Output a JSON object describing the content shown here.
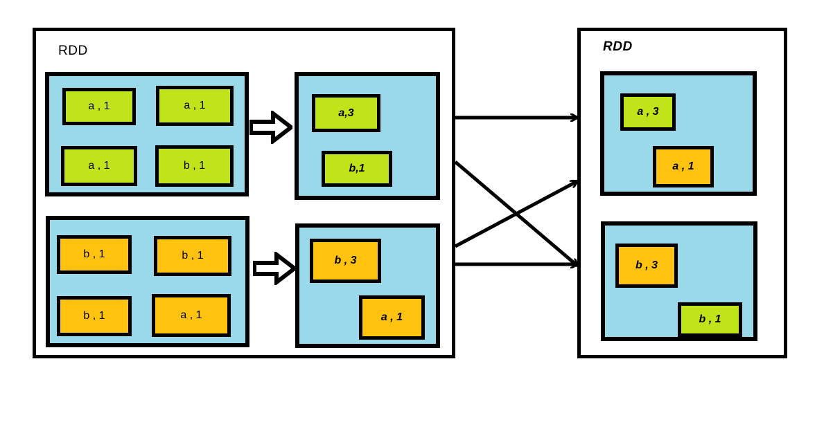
{
  "diagram": {
    "title": "Spark RDD reduceByKey shuffle diagram",
    "colors": {
      "partition_fill": "#99d9ea",
      "green_cell": "#bfe41a",
      "orange_cell": "#ffc20e",
      "stroke": "#000000",
      "background": "#ffffff"
    }
  },
  "source_rdd": {
    "label": "RDD",
    "partitions": [
      {
        "name": "source-partition-1",
        "cells": [
          {
            "text": "a , 1",
            "color": "green"
          },
          {
            "text": "a , 1",
            "color": "green"
          },
          {
            "text": "a , 1",
            "color": "green"
          },
          {
            "text": "b , 1",
            "color": "green"
          }
        ]
      },
      {
        "name": "source-partition-2",
        "cells": [
          {
            "text": "b , 1",
            "color": "orange"
          },
          {
            "text": "b , 1",
            "color": "orange"
          },
          {
            "text": "b , 1",
            "color": "orange"
          },
          {
            "text": "a , 1",
            "color": "orange"
          }
        ]
      }
    ]
  },
  "combined": {
    "partitions": [
      {
        "name": "combined-partition-1",
        "cells": [
          {
            "text": "a,3",
            "color": "green"
          },
          {
            "text": "b,1",
            "color": "green"
          }
        ]
      },
      {
        "name": "combined-partition-2",
        "cells": [
          {
            "text": "b , 3",
            "color": "orange"
          },
          {
            "text": "a , 1",
            "color": "orange"
          }
        ]
      }
    ]
  },
  "target_rdd": {
    "label": "RDD",
    "partitions": [
      {
        "name": "target-partition-1",
        "cells": [
          {
            "text": "a , 3",
            "color": "green"
          },
          {
            "text": "a , 1",
            "color": "orange"
          }
        ]
      },
      {
        "name": "target-partition-2",
        "cells": [
          {
            "text": "b , 3",
            "color": "orange"
          },
          {
            "text": "b , 1",
            "color": "green"
          }
        ]
      }
    ]
  },
  "arrows": {
    "local_combine": [
      {
        "name": "combine-arrow-top"
      },
      {
        "name": "combine-arrow-bottom"
      }
    ],
    "shuffle": [
      {
        "name": "shuffle-arrow-a-top-straight"
      },
      {
        "name": "shuffle-arrow-b-top-down"
      },
      {
        "name": "shuffle-arrow-a-bottom-up"
      },
      {
        "name": "shuffle-arrow-b-bottom-straight"
      }
    ]
  }
}
